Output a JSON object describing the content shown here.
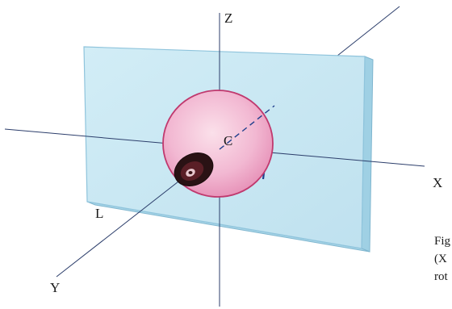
{
  "labels": {
    "z_axis": "Z",
    "x_axis": "X",
    "y_axis": "Y",
    "center": "C",
    "plate": "L"
  },
  "caption": {
    "line1": "Fig",
    "line2": "(X",
    "line3": "rot"
  },
  "colors": {
    "plate_fill": "#c6e6f2",
    "plate_edge": "#8fc4dc",
    "sphere_fill": "#f2b8d2",
    "sphere_edge": "#c0396e",
    "dashed_outline": "#1f3e8c",
    "axis_line": "#2c3e6b",
    "eye_dark": "#2a1214"
  }
}
